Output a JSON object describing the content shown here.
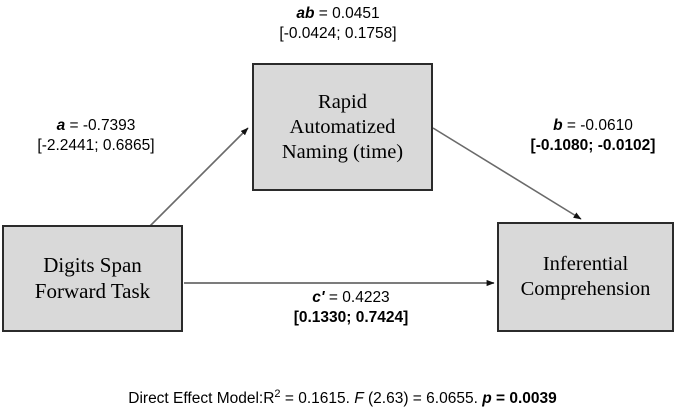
{
  "diagram": {
    "type": "mediation-path-model",
    "nodes": {
      "predictor": {
        "lines": [
          "Digits Span",
          "Forward Task"
        ]
      },
      "mediator": {
        "lines": [
          "Rapid",
          "Automatized",
          "Naming (time)"
        ]
      },
      "outcome": {
        "lines": [
          "Inferential",
          "Comprehension"
        ]
      }
    },
    "paths": {
      "indirect_ab": {
        "symbol": "ab",
        "equals": " = 0.0451",
        "ci": "[-0.0424; 0.1758]",
        "ci_bold": false
      },
      "a": {
        "symbol": "a",
        "equals": " = -0.7393",
        "ci": "[-2.2441; 0.6865]",
        "ci_bold": false
      },
      "b": {
        "symbol": "b",
        "equals": " = -0.0610",
        "ci": "[-0.1080; -0.0102]",
        "ci_bold": true
      },
      "c_prime": {
        "symbol": "c'",
        "equals": " = 0.4223",
        "ci": "[0.1330; 0.7424]",
        "ci_bold": true
      }
    },
    "caption": {
      "lead": "Direct Effect Model:R",
      "sup": "2",
      "r2": " = 0.1615. ",
      "f_symbol": "F",
      "f_value": " (2.63) = 6.0655. ",
      "p_symbol": "p",
      "p_value": " = 0.0039"
    },
    "colors": {
      "box_fill": "#d9d9d9",
      "box_border": "#2b2b2b",
      "arrow": "#6a6a6a",
      "arrow_head": "#111111",
      "text": "#000000",
      "background": "#ffffff"
    }
  }
}
